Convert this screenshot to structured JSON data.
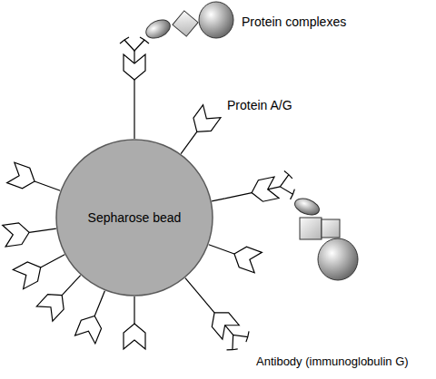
{
  "diagram": {
    "nodes": [
      {
        "text": [
          "Sepharose bead"
        ]
      }
    ],
    "labels": [
      "Protein complexes",
      "Protein A/G",
      "Antibody (immunoglobulin G)"
    ]
  }
}
